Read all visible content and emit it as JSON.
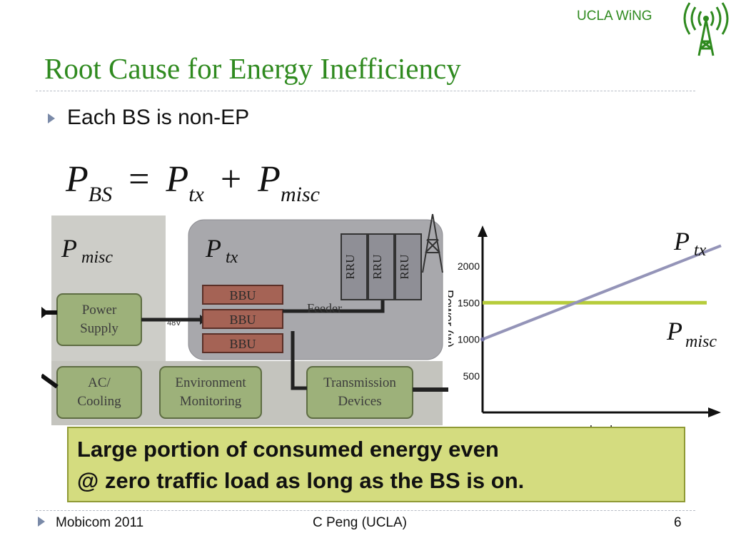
{
  "header": {
    "logo_text": "UCLA WiNG"
  },
  "slide": {
    "title": "Root Cause for Energy Inefficiency",
    "bullet": "Each BS is non-EP",
    "equation": {
      "lhs_sym": "P",
      "lhs_sub": "BS",
      "op1": "=",
      "term1_sym": "P",
      "term1_sub": "tx",
      "op2": "+",
      "term2_sym": "P",
      "term2_sub": "misc"
    },
    "callout": {
      "line1": "Large portion of consumed energy even",
      "line2": "@ zero traffic load as long as the BS is on."
    }
  },
  "diagram": {
    "label_misc_sym": "P",
    "label_misc_sub": "misc",
    "label_tx_sym": "P",
    "label_tx_sub": "tx",
    "power_supply": [
      "Power",
      "Supply"
    ],
    "voltage": "48V",
    "bbu": [
      "BBU",
      "BBU",
      "BBU"
    ],
    "feeder": "Feeder",
    "rru": [
      "RRU",
      "RRU",
      "RRU"
    ],
    "ac_cooling": [
      "AC/",
      "Cooling"
    ],
    "env_monitoring": [
      "Environment",
      "Monitoring"
    ],
    "transmission": [
      "Transmission",
      "Devices"
    ]
  },
  "chart_data": {
    "type": "line",
    "ylabel": "Power (w)",
    "xlabel": "load",
    "yticks": [
      500,
      1000,
      1500,
      2000
    ],
    "ylim": [
      0,
      2400
    ],
    "series": [
      {
        "name": "P tx",
        "sym": "P",
        "sub": "tx",
        "color": "#9494b8",
        "x": [
          0,
          1
        ],
        "y": [
          1000,
          2280
        ]
      },
      {
        "name": "P misc",
        "sym": "P",
        "sub": "misc",
        "color": "#b6cc3a",
        "x": [
          0,
          1
        ],
        "y": [
          1500,
          1500
        ]
      }
    ]
  },
  "footer": {
    "left": "Mobicom 2011",
    "center": "C Peng (UCLA)",
    "page": "6"
  },
  "colors": {
    "accent": "#2f8a1f",
    "callout_bg": "#d4dc7f",
    "callout_border": "#8f9a34"
  }
}
